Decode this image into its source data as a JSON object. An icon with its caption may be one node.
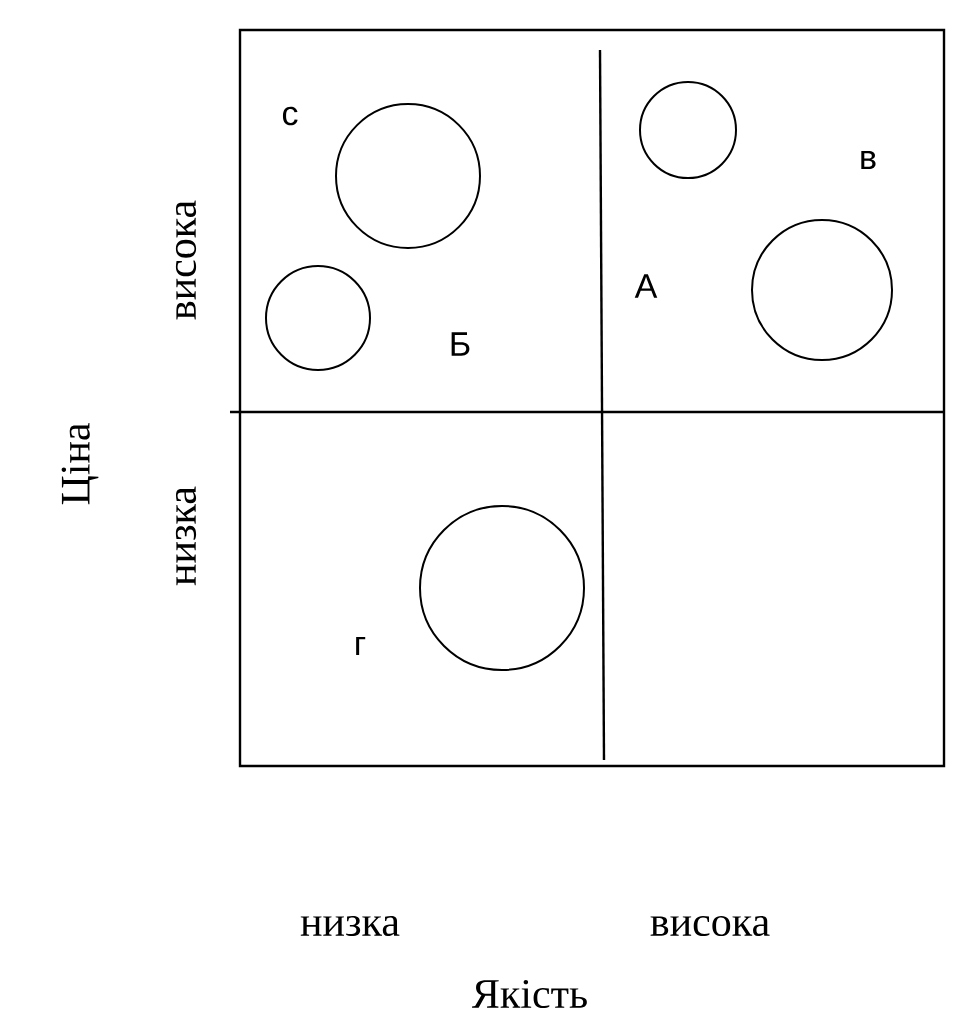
{
  "diagram": {
    "nodes": [
      {
        "text": [],
        "shape": "circle"
      },
      {
        "text": [],
        "shape": "circle"
      },
      {
        "text": [],
        "shape": "circle"
      },
      {
        "text": [],
        "shape": "circle"
      },
      {
        "text": [],
        "shape": "circle"
      }
    ],
    "labels": [
      "с",
      "в",
      "А",
      "Б",
      "висока",
      "Ціна",
      "низка",
      "г",
      "низка",
      "висока",
      "Якість"
    ]
  }
}
